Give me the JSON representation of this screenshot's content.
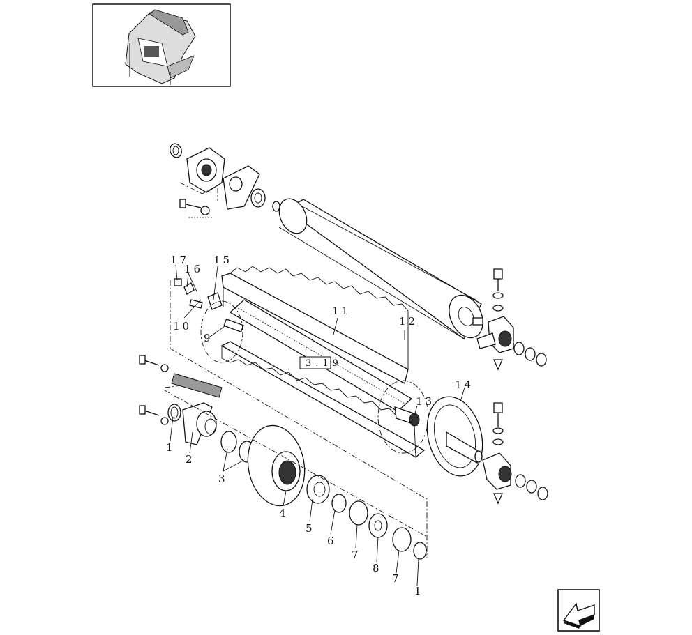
{
  "figure": {
    "reference_box": "3.19",
    "callouts": [
      "1",
      "2",
      "3",
      "4",
      "5",
      "6",
      "7",
      "8",
      "7",
      "1",
      "9",
      "10",
      "11",
      "12",
      "13",
      "14",
      "15",
      "16",
      "17"
    ]
  },
  "navigation": {
    "next_page_icon": "arrow-back-icon"
  },
  "colors": {
    "ink": "#111111",
    "paper": "#ffffff"
  }
}
